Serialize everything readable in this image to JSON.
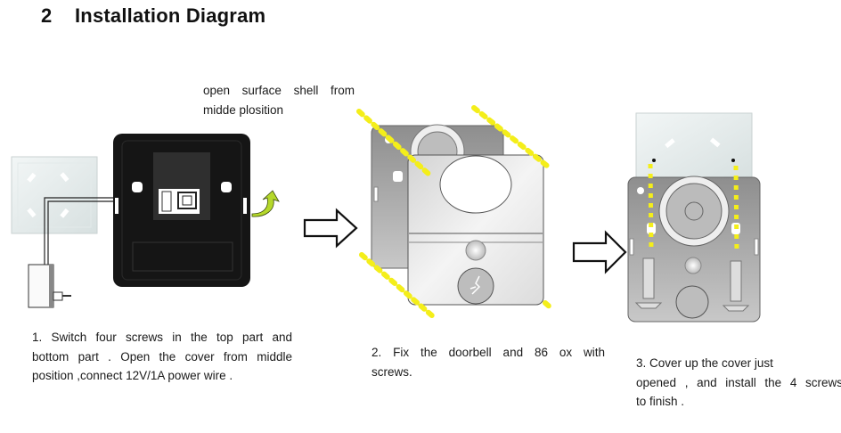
{
  "section": {
    "number": "2",
    "title": "Installation Diagram"
  },
  "annotation": {
    "lines": [
      "open surface shell from",
      "midde plosition"
    ]
  },
  "steps": [
    {
      "lines": [
        "1. Switch four screws in the top part and",
        "bottom part . Open the cover from middle",
        "position ,connect 12V/1A power wire ."
      ]
    },
    {
      "lines": [
        "2. Fix the doorbell and 86 ox with",
        "screws."
      ]
    },
    {
      "lines": [
        "3. Cover up the cover just",
        "opened , and install the 4 screws",
        "to finish ."
      ]
    }
  ],
  "icons": {
    "arrow": "right-arrow-outline",
    "rotate": "curved-arrow-green",
    "screw_path": "yellow-dotted-line"
  },
  "colors": {
    "guide_yellow": "#f4ee1a",
    "arrow_green": "#b5d82a",
    "panel_dark": "#151515",
    "plate_gray": "#a9a9a9"
  }
}
